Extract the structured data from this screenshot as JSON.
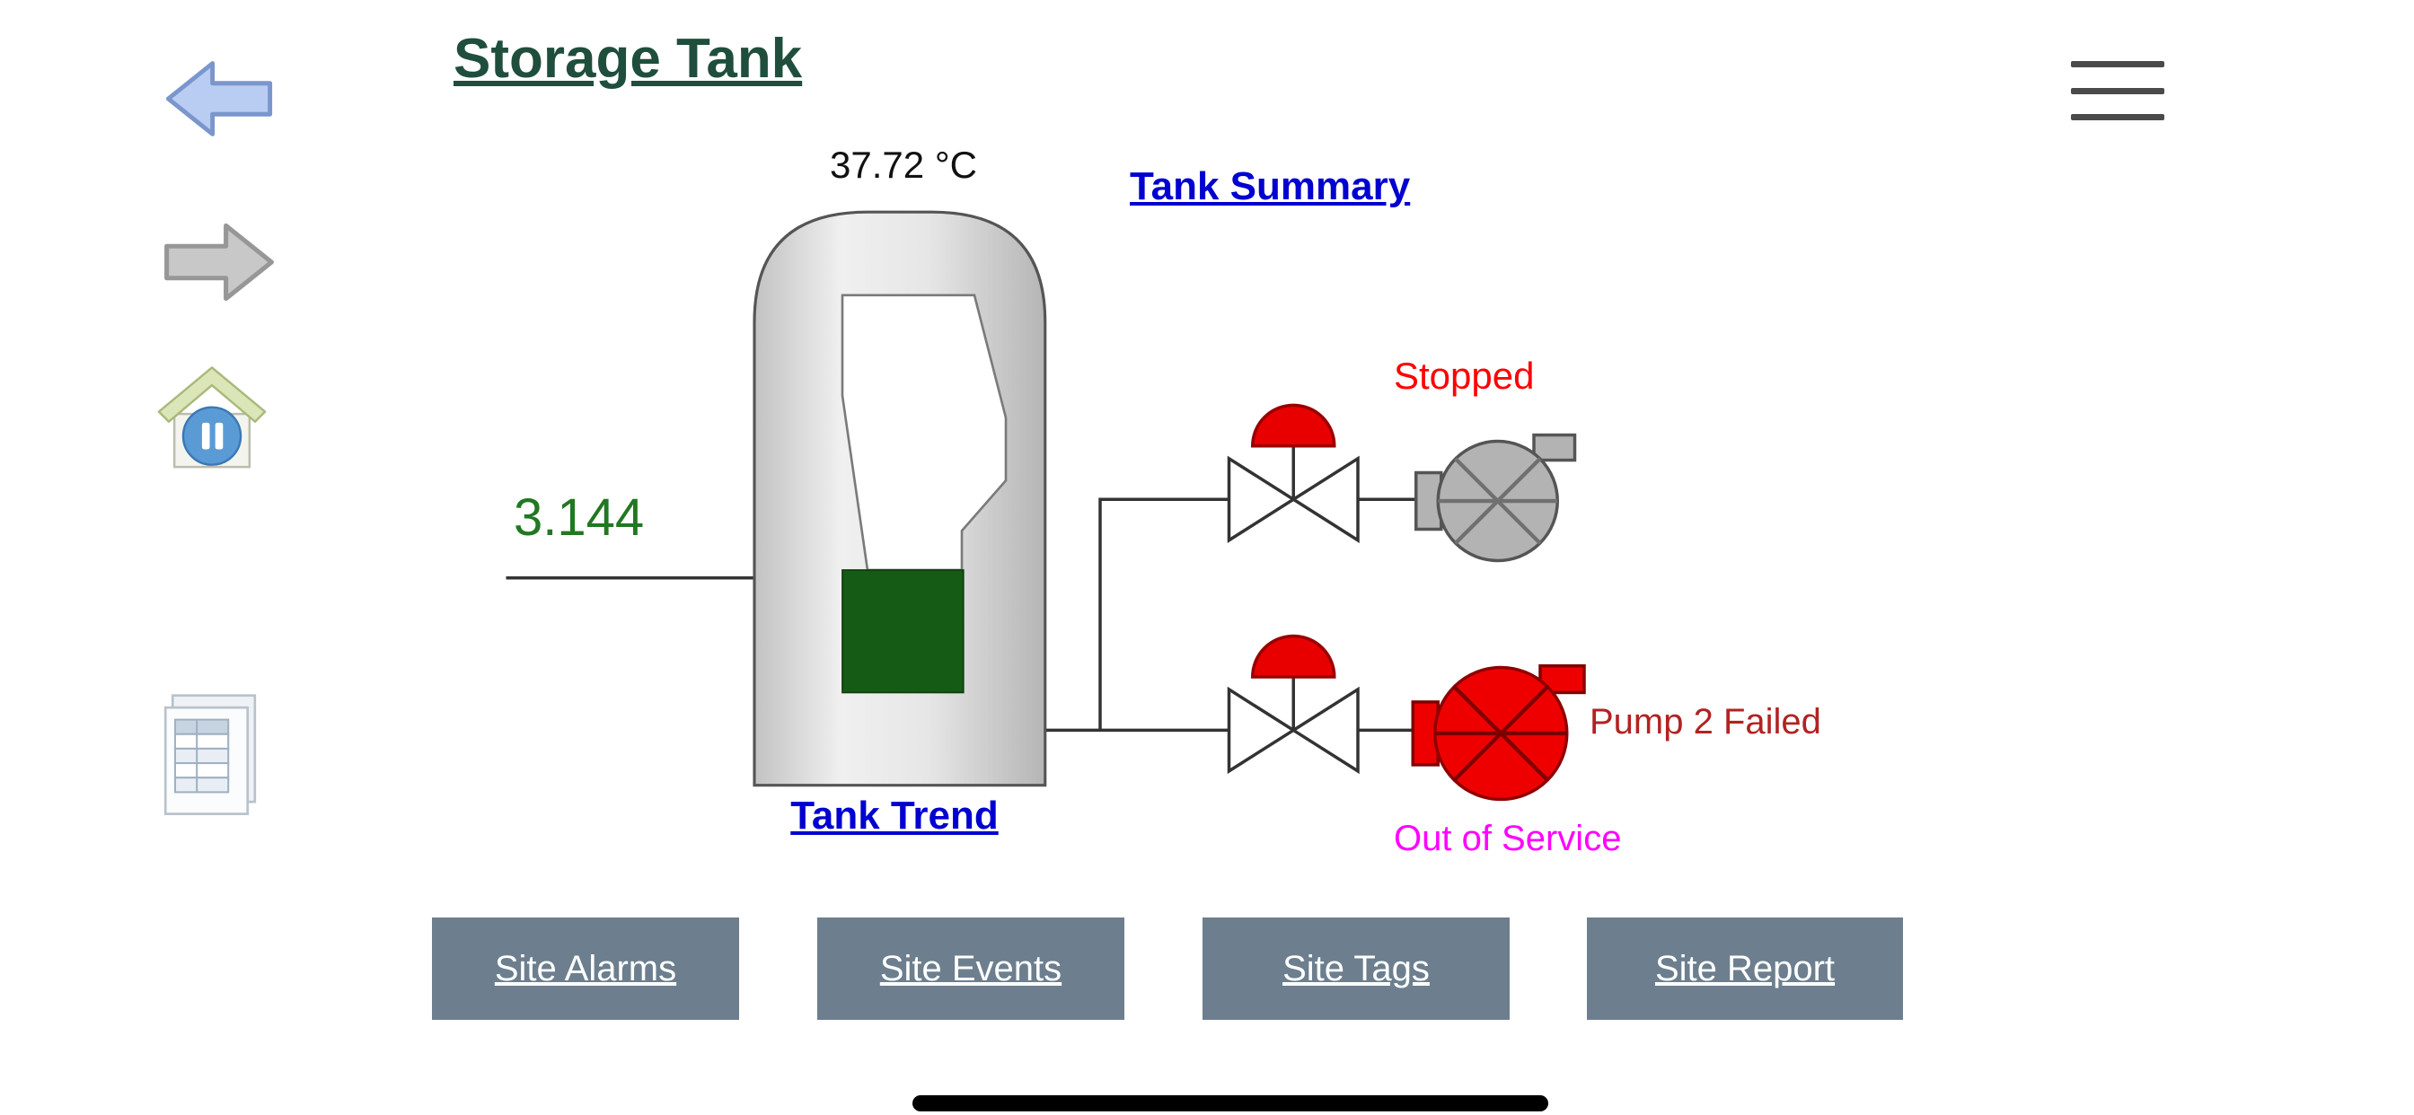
{
  "header": {
    "title": "Storage Tank"
  },
  "menu": {
    "icon": "hamburger-menu-icon"
  },
  "sidebar": {
    "icons": [
      "back-arrow-icon",
      "forward-arrow-icon",
      "home-pause-icon",
      "report-icon"
    ]
  },
  "tank": {
    "temperature": "37.72 °C",
    "flow_value": "3.144",
    "summary_link": "Tank Summary",
    "trend_link": "Tank Trend"
  },
  "pump1": {
    "status": "Stopped"
  },
  "pump2": {
    "status": "Pump 2 Failed",
    "service": "Out of Service"
  },
  "footer_buttons": [
    {
      "label": "Site Alarms"
    },
    {
      "label": "Site Events"
    },
    {
      "label": "Site Tags"
    },
    {
      "label": "Site Report"
    }
  ],
  "colors": {
    "title_green": "#1f4e3d",
    "link_blue": "#0000d0",
    "value_green": "#217821",
    "tank_fill_green": "#155a15",
    "alarm_red": "#ff0000",
    "failed_red": "#b22222",
    "out_of_service_magenta": "#ff00ff",
    "button_slate": "#6d7f8e",
    "valve_dome_red": "#e80000",
    "pump_stopped_gray": "#b3b3b3",
    "pump_failed_red": "#ee0000"
  }
}
